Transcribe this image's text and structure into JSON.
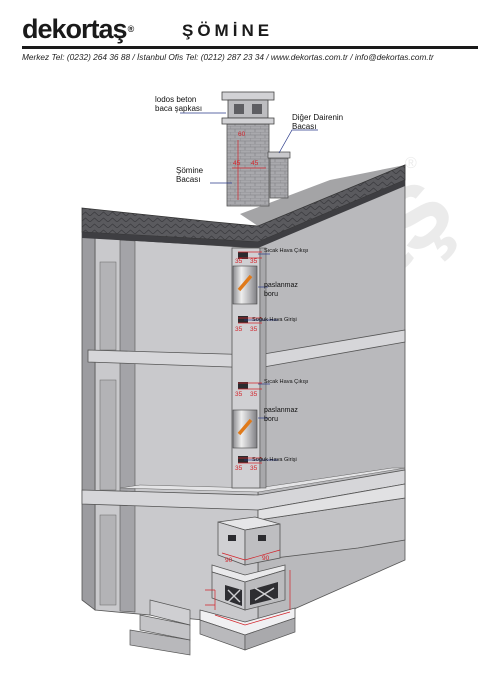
{
  "header": {
    "logo_text": "dekortaş",
    "brand_sub": "ŞÖMİNE",
    "contact": "Merkez Tel: (0232) 264 36 88  /  İstanbul Ofis Tel: (0212) 287 23 34  / www.dekortas.com.tr / info@dekortas.com.tr"
  },
  "watermark": {
    "text": "dekortaş"
  },
  "labels": {
    "cap": "lodos beton\nbaca şapkası",
    "other_flat": "Diğer Dairenin\nBacası",
    "fireplace_chimney": "Şömine\nBacası",
    "hot_air_1": "Sıcak Hava Çıkışı",
    "pipe_1": "paslanmaz\nboru",
    "cold_air_1": "Soğuk Hava Girişi",
    "hot_air_2": "Sıcak Hava Çıkışı",
    "pipe_2": "paslanmaz\nboru",
    "cold_air_2": "Soğuk Hava Girişi"
  },
  "dimensions": {
    "top_left": "45",
    "top_right": "45",
    "top_upper": "60",
    "floor1_top": "35",
    "floor1_top_right": "35",
    "floor1_bottom": "35",
    "floor1_bottom_right": "35",
    "floor2_top": "35",
    "floor2_top_right": "35",
    "floor2_bottom": "35",
    "floor2_bottom_right": "35",
    "hood_w": "90",
    "hood_d": "90"
  },
  "colors": {
    "accent": "#d2232a",
    "wall": "#c4c4c7",
    "wall_dark": "#9d9da1",
    "roof": "#58585c",
    "label_line": "#2a3a8a"
  }
}
